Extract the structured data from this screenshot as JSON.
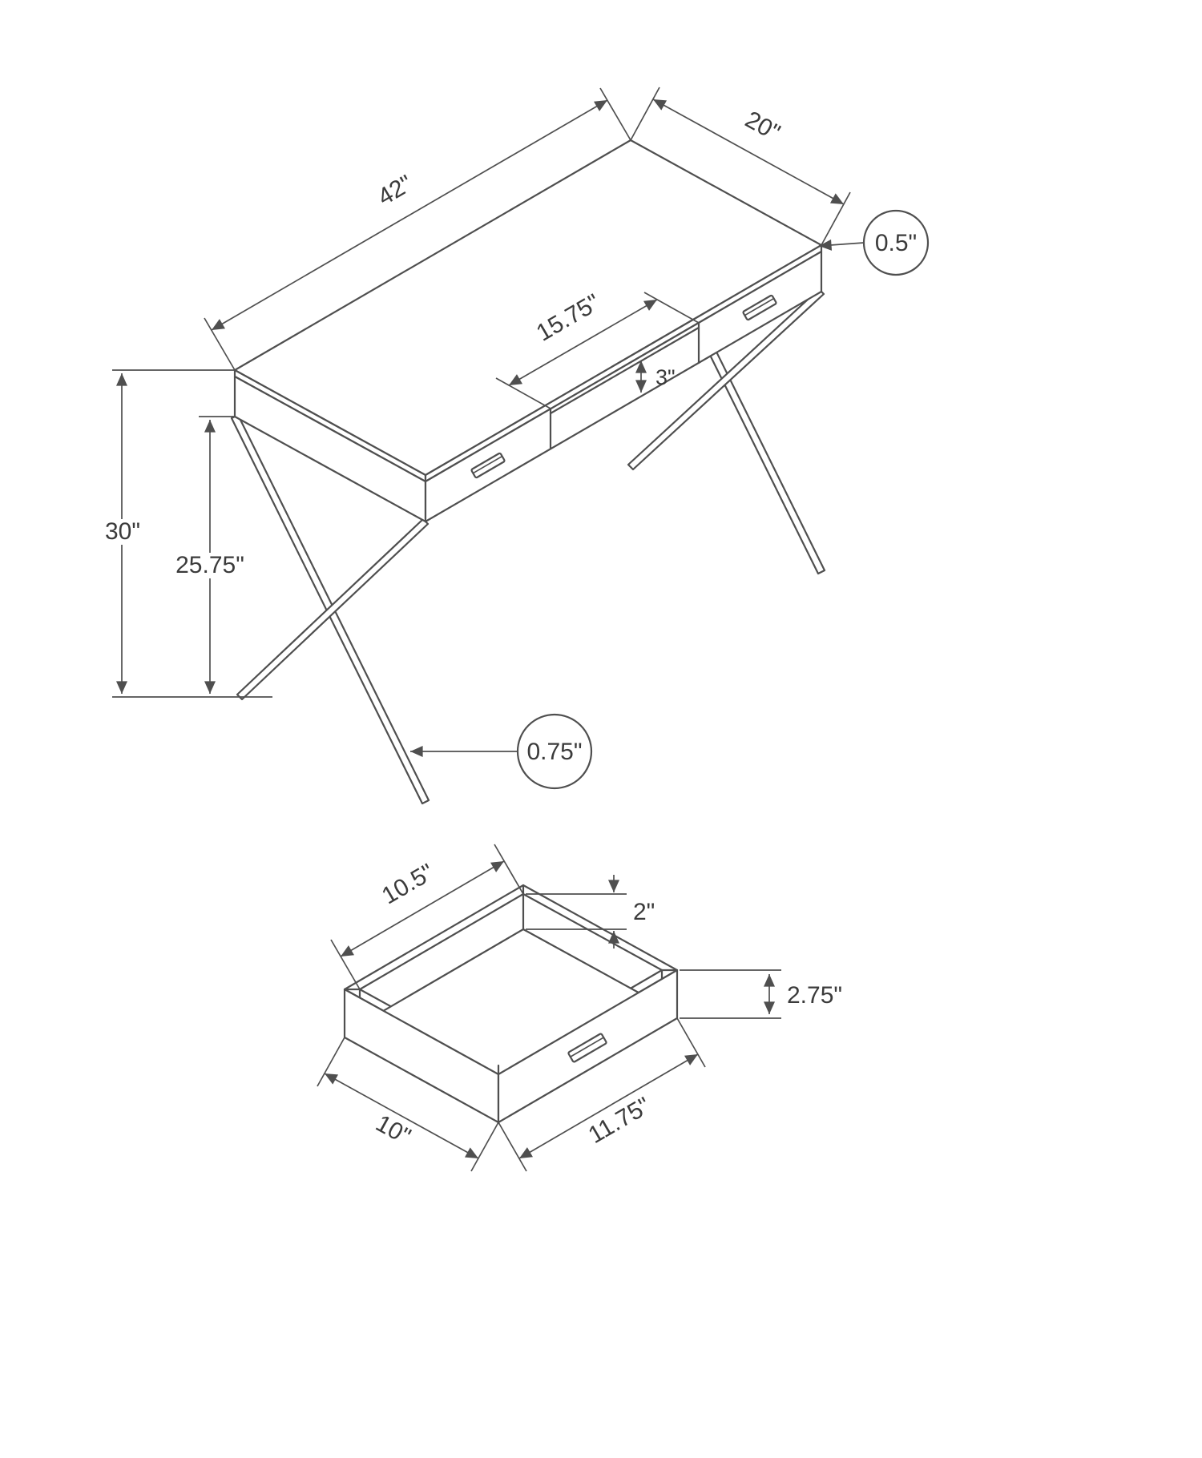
{
  "figure": {
    "background": "#ffffff",
    "line_color": "#4f4f4f",
    "views": {
      "desk": {
        "dims": {
          "width": "42\"",
          "depth": "20\"",
          "top_thickness": "0.5\"",
          "opening_width": "15.75\"",
          "opening_height": "3\"",
          "overall_height": "30\"",
          "clearance_height": "25.75\"",
          "leg_tube": "0.75\""
        }
      },
      "drawer": {
        "dims": {
          "inner_width": "10.5\"",
          "inner_height": "2\"",
          "outer_height": "2.75\"",
          "side_depth": "10\"",
          "front_width": "11.75\""
        }
      }
    }
  }
}
